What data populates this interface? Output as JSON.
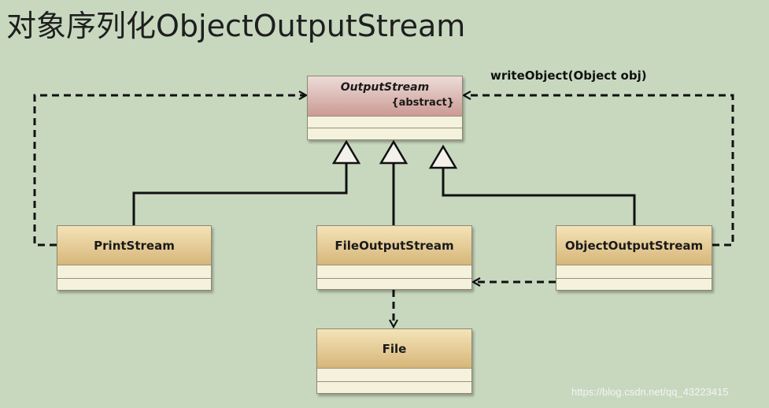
{
  "title": "对象序列化ObjectOutputStream",
  "classes": {
    "output_stream": {
      "name": "OutputStream",
      "stereotype": "{abstract}"
    },
    "print_stream": {
      "name": "PrintStream"
    },
    "file_output_stream": {
      "name": "FileOutputStream"
    },
    "object_output_stream": {
      "name": "ObjectOutputStream"
    },
    "file": {
      "name": "File"
    }
  },
  "labels": {
    "write_object": "writeObject(Object obj)"
  },
  "watermark": "https://blog.csdn.net/qq_43223415",
  "colors": {
    "background": "#c7d8bf",
    "class_header": "#d7b679",
    "abstract_header": "#cc9a94",
    "line": "#111111"
  }
}
